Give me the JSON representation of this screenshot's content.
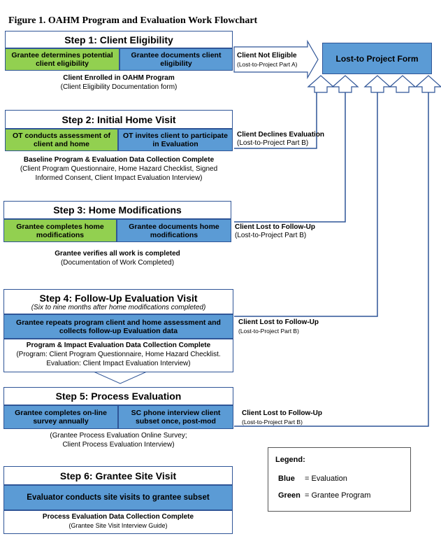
{
  "figure_title": "Figure 1. OAHM Program and Evaluation Work Flowchart",
  "lost_box": "Lost-to Project Form",
  "steps": [
    {
      "title": "Step 1: Client Eligibility",
      "left": "Grantee determines potential client eligibility",
      "right": "Grantee documents client eligibility",
      "note_main": "Client Enrolled in OAHM Program",
      "note_sub": "(Client Eligibility Documentation form)",
      "side_main": "Client Not Eligible",
      "side_sub": "(Lost-to-Project Part A)"
    },
    {
      "title": "Step 2: Initial Home Visit",
      "left": "OT conducts assessment of client and home",
      "right": "OT invites client to participate in Evaluation",
      "note_main": "Baseline Program & Evaluation Data Collection Complete",
      "note_sub": "(Client Program Questionnaire, Home Hazard Checklist, Signed",
      "note_sub2": "Informed Consent, Client Impact Evaluation Interview)",
      "side_main": "Client Declines Evaluation",
      "side_sub": "(Lost-to-Project Part B)"
    },
    {
      "title": "Step 3: Home Modifications",
      "left": "Grantee completes home modifications",
      "right": "Grantee documents home modifications",
      "note_main": "Grantee verifies all work is completed",
      "note_sub": "(Documentation of Work Completed)",
      "side_main": "Client Lost to Follow-Up",
      "side_sub": "(Lost-to-Project Part B)"
    },
    {
      "title": "Step 4: Follow-Up Evaluation Visit",
      "subtitle": "(Six to nine months after home modifications completed)",
      "full": "Grantee repeats program client and home assessment and collects follow-up Evaluation data",
      "note_main": "Program & Impact Evaluation Data Collection Complete",
      "note_sub": "(Program: Client Program Questionnaire, Home Hazard Checklist.",
      "note_sub2": "Evaluation: Client Impact Evaluation Interview)",
      "side_main": "Client Lost to Follow-Up",
      "side_sub": "(Lost-to-Project Part B)"
    },
    {
      "title": "Step 5: Process Evaluation",
      "left": "Grantee completes on-line survey annually",
      "right": "SC phone interview client subset once, post-mod",
      "note_sub": "(Grantee Process Evaluation Online Survey;",
      "note_sub2": "Client Process Evaluation Interview)",
      "side_main": "Client Lost to Follow-Up",
      "side_sub": "(Lost-to-Project Part B)"
    },
    {
      "title": "Step 6: Grantee Site Visit",
      "full": "Evaluator conducts site visits to grantee subset",
      "note_main": "Process Evaluation Data Collection Complete",
      "note_sub": "(Grantee Site Visit Interview Guide)"
    }
  ],
  "legend": {
    "title": "Legend:",
    "blue_key": "Blue",
    "blue_val": "= Evaluation",
    "green_key": "Green",
    "green_val": "= Grantee Program"
  },
  "colors": {
    "green": "#92d050",
    "blue": "#5b9bd5",
    "border": "#2f5597"
  }
}
